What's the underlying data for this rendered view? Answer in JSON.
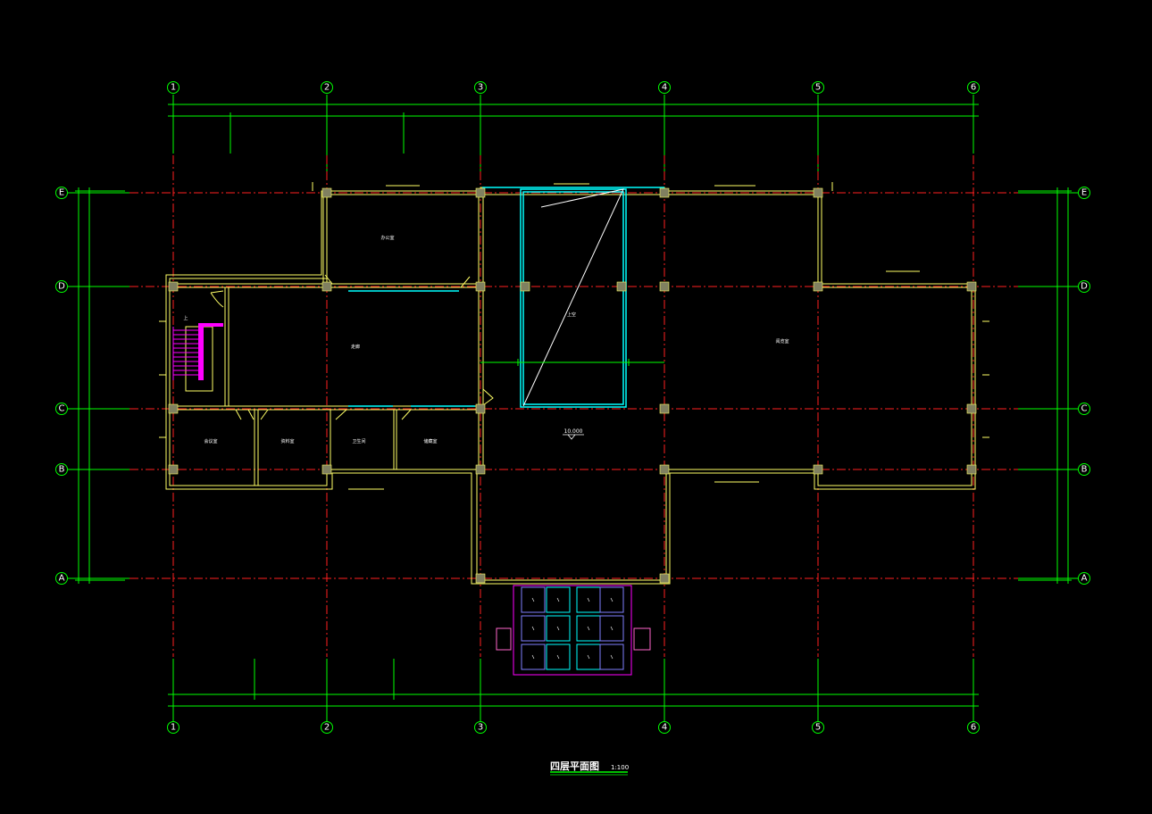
{
  "colors": {
    "background": "#000000",
    "dimension": "#00ff00",
    "axis_line": "#ff2020",
    "wall": "#ffff66",
    "column": "#808060",
    "glass": "#00ffff",
    "stair": "#ff00ff",
    "skylight": "#8080ff",
    "window_frame": "#ff66cc",
    "label": "#ffffff"
  },
  "axes_vertical": [
    {
      "label": "1",
      "x": 1
    },
    {
      "label": "2",
      "x": 2
    },
    {
      "label": "3",
      "x": 3
    },
    {
      "label": "4",
      "x": 4
    },
    {
      "label": "5",
      "x": 5
    },
    {
      "label": "6",
      "x": 6
    }
  ],
  "axes_horizontal": [
    {
      "label": "E"
    },
    {
      "label": "D"
    },
    {
      "label": "C"
    },
    {
      "label": "B"
    },
    {
      "label": "A"
    }
  ],
  "rooms": [
    {
      "id": "r1",
      "label": "办公室"
    },
    {
      "id": "r2",
      "label": "走廊"
    },
    {
      "id": "r3",
      "label": "上空"
    },
    {
      "id": "r4",
      "label": "阅览室"
    },
    {
      "id": "r5",
      "label": "会议室"
    },
    {
      "id": "r6",
      "label": "资料室"
    },
    {
      "id": "r7",
      "label": "卫生间"
    },
    {
      "id": "r8",
      "label": "储藏室"
    },
    {
      "id": "r9",
      "label": "上"
    }
  ],
  "elevation": "10.000",
  "drawing_title": "四层平面图",
  "drawing_scale": "1:100"
}
